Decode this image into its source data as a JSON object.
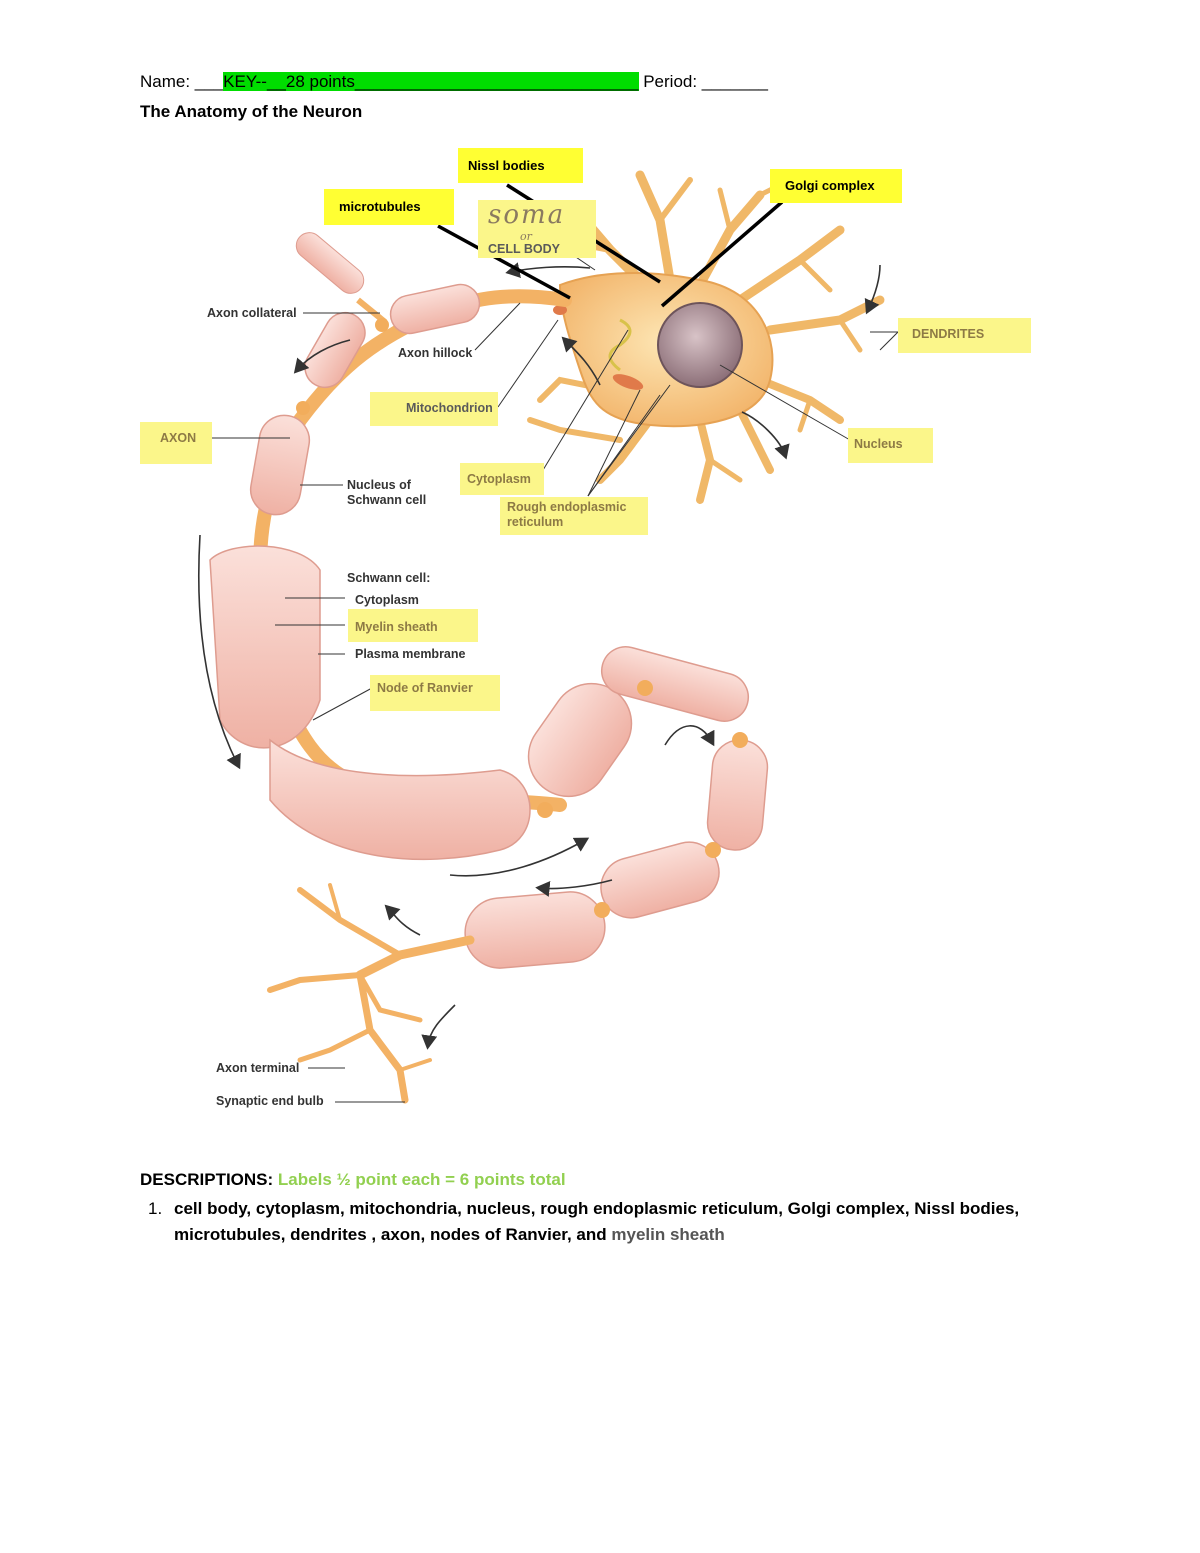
{
  "header": {
    "name_label": "Name: ___",
    "name_value": "KEY--__28 points______________________________",
    "period_label": " Period: _______"
  },
  "title": "The Anatomy of the Neuron",
  "figure": {
    "added_labels": {
      "nissl": "Nissl  bodies",
      "golgi": "Golgi complex",
      "microtubules": "microtubules"
    },
    "handwriting": "soma",
    "handwriting_sub": "or",
    "labels": {
      "cell_body": "CELL BODY",
      "axon_collateral": "Axon collateral",
      "axon_hillock": "Axon hillock",
      "mitochondrion": "Mitochondrion",
      "axon": "AXON",
      "dendrites": "DENDRITES",
      "nucleus": "Nucleus",
      "cytoplasm": "Cytoplasm",
      "rer_1": "Rough endoplasmic",
      "rer_2": "reticulum",
      "schwann_nucleus_1": "Nucleus of",
      "schwann_nucleus_2": "Schwann cell",
      "schwann_cell": "Schwann cell:",
      "schwann_cytoplasm": "Cytoplasm",
      "myelin_sheath": "Myelin sheath",
      "plasma_membrane": "Plasma membrane",
      "node_of_ranvier": "Node of Ranvier",
      "axon_terminal": "Axon terminal",
      "synaptic_end_bulb": "Synaptic end bulb"
    }
  },
  "descriptions": {
    "heading": "DESCRIPTIONS:",
    "scoring": "Labels ½  point each = 6  points total",
    "item_number": "1.",
    "item_main": "cell body, cytoplasm, mitochondria, nucleus, rough endoplasmic reticulum, Golgi complex, Nissl bodies, microtubules, dendrites , axon, nodes of Ranvier, and ",
    "item_tail": "myelin sheath"
  },
  "colors": {
    "answer_highlight": "#00dd00",
    "label_highlight": "#ffff33",
    "scoring_text": "#92d050",
    "neuron_fill": "#f7c98a",
    "schwann_fill": "#f4c2b8"
  }
}
